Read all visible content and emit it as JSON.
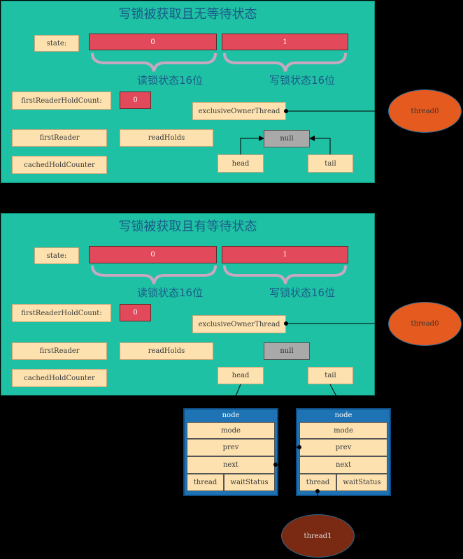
{
  "panel1": {
    "title": "写锁被获取且无等待状态",
    "state_label": "state:",
    "state_high": "0",
    "state_low": "1",
    "read_brace_label": "读锁状态16位",
    "write_brace_label": "写锁状态16位",
    "first_reader_hold_count_label": "firstReaderHoldCount:",
    "first_reader_hold_count_value": "0",
    "exclusive_owner_thread_label": "exclusiveOwnerThread",
    "first_reader_label": "firstReader",
    "read_holds_label": "readHolds",
    "cached_hold_counter_label": "cachedHoldCounter",
    "null_label": "null",
    "head_label": "head",
    "tail_label": "tail",
    "owner_thread": "thread0"
  },
  "panel2": {
    "title": "写锁被获取且有等待状态",
    "state_label": "state:",
    "state_high": "0",
    "state_low": "1",
    "read_brace_label": "读锁状态16位",
    "write_brace_label": "写锁状态16位",
    "first_reader_hold_count_label": "firstReaderHoldCount:",
    "first_reader_hold_count_value": "0",
    "exclusive_owner_thread_label": "exclusiveOwnerThread",
    "first_reader_label": "firstReader",
    "read_holds_label": "readHolds",
    "cached_hold_counter_label": "cachedHoldCounter",
    "null_label": "null",
    "head_label": "head",
    "tail_label": "tail",
    "owner_thread": "thread0"
  },
  "queue": {
    "nodes": [
      {
        "title": "node",
        "mode": "mode",
        "prev": "prev",
        "next": "next",
        "thread": "thread",
        "wait_status": "waitStatus"
      },
      {
        "title": "node",
        "mode": "mode",
        "prev": "prev",
        "next": "next",
        "thread": "thread",
        "wait_status": "waitStatus"
      }
    ],
    "waiting_thread": "thread1"
  },
  "colors": {
    "panel": "#1fc1a5",
    "state_box": "#e2495a",
    "label_box": "#fde2b0",
    "null_box": "#a9a9a9",
    "thread0": "#e55a1f",
    "thread1": "#7a2a12",
    "node": "#1e73b5",
    "brace": "#c8a8c0"
  }
}
